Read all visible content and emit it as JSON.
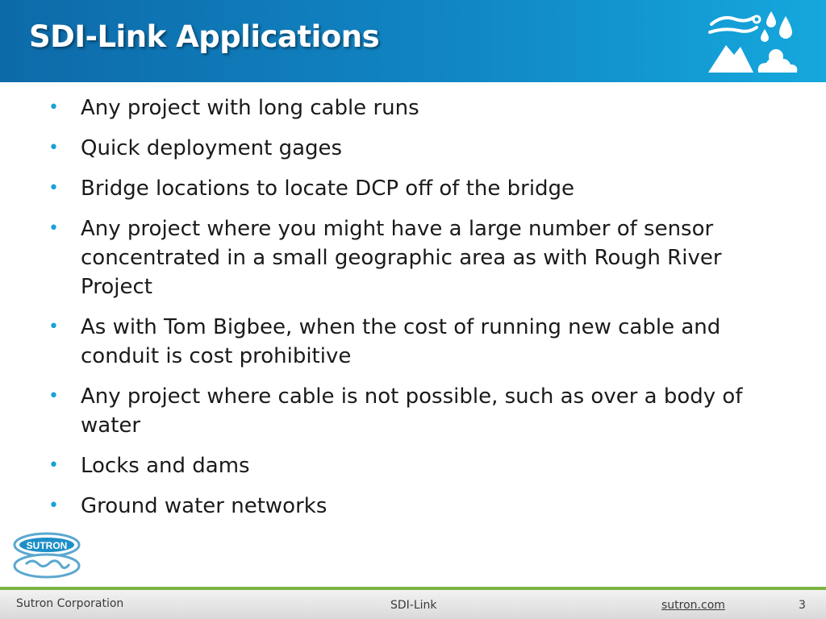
{
  "slide": {
    "title": "SDI-Link Applications",
    "bullets": [
      "Any project with long cable runs",
      "Quick deployment gages",
      "Bridge locations to locate DCP off of the bridge",
      "Any project where you might have a large number of sensor concentrated in a small geographic area as with Rough River Project",
      "As with Tom Bigbee, when the cost of running new cable and conduit is cost prohibitive",
      "Any project where cable is not possible, such as over a body of water",
      "Locks and dams",
      "Ground water networks"
    ],
    "bullet_glyph": "•"
  },
  "logo": {
    "text": "SUTRON"
  },
  "footer": {
    "company": "Sutron Corporation",
    "presentation": "SDI-Link",
    "website": "sutron.com",
    "page_number": "3"
  },
  "colors": {
    "header_start": "#0d6aa9",
    "header_end": "#15a8dd",
    "bullet": "#1aa0d8",
    "footer_accent": "#7cb342"
  },
  "icons": [
    "weather-logo-icon",
    "sutron-logo-icon"
  ]
}
